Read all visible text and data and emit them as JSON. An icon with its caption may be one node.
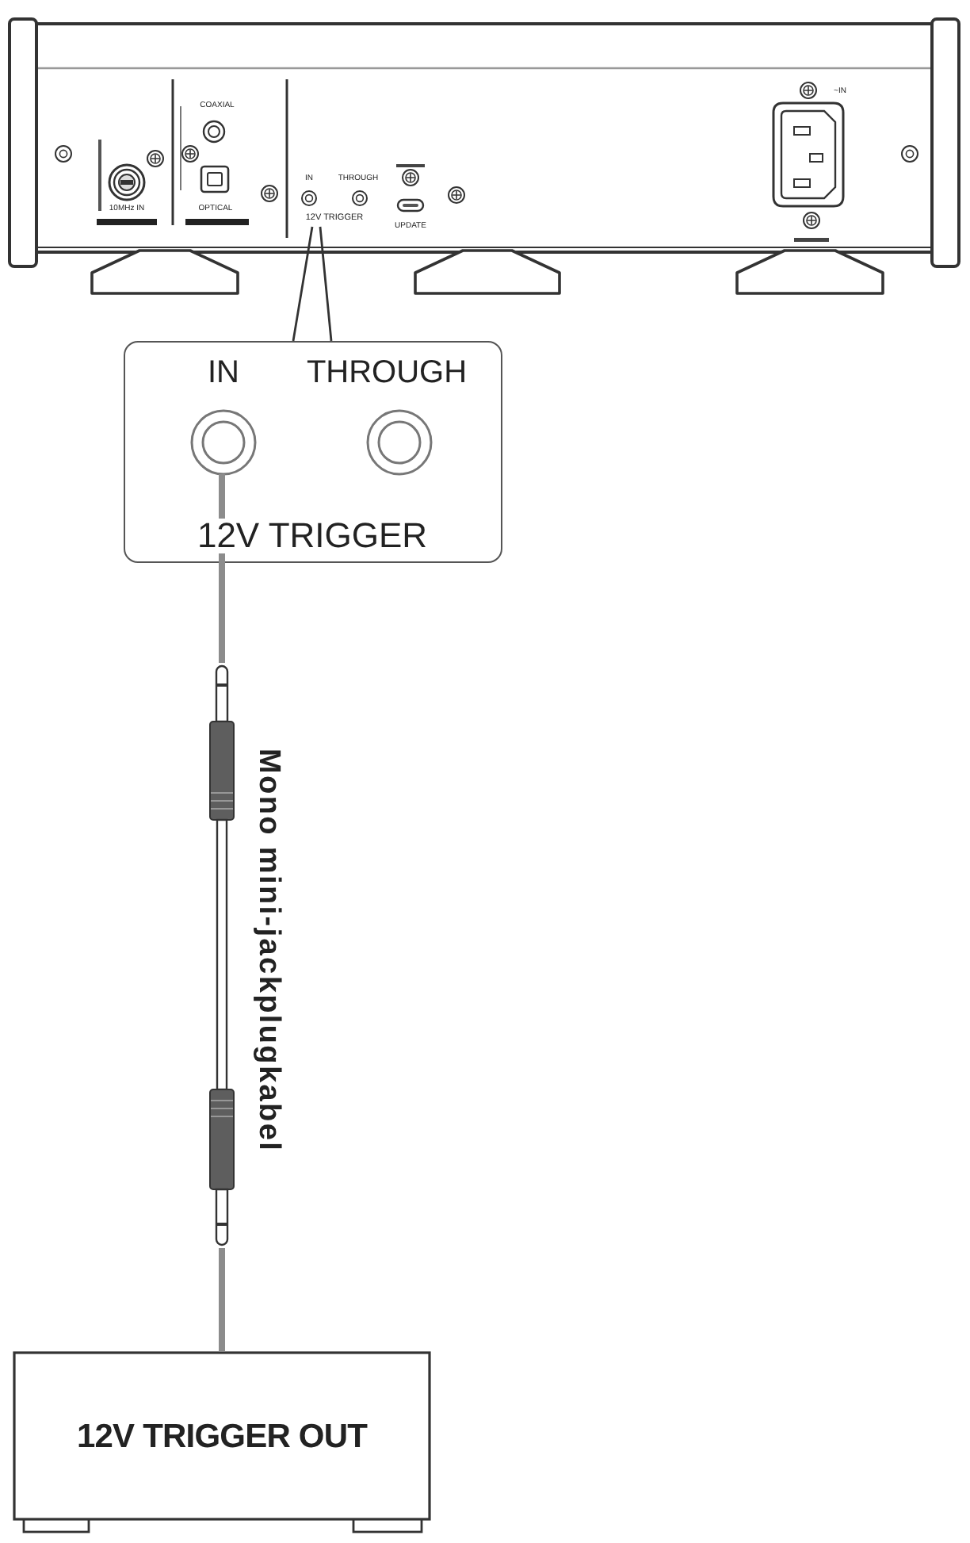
{
  "diagram": {
    "nodes": [
      {
        "text": [],
        "shape": "picture"
      },
      {
        "text": [
          "IN",
          "THROUGH",
          "12V TRIGGER"
        ],
        "in": 0
      },
      {
        "text": [
          "IN",
          "THROUGH",
          "12V TRIGGER"
        ]
      },
      {
        "text": [],
        "shape": "circle",
        "in": 2
      },
      {
        "text": [],
        "shape": "circle",
        "in": 2
      },
      {
        "text": [],
        "shape": "picture",
        "beside": [
          "Mono mini-jackplugkabel"
        ]
      },
      {
        "text": [
          "12V TRIGGER OUT"
        ]
      }
    ],
    "edges": [
      {
        "from": 2,
        "to": 1,
        "arrow": "none",
        "color": "#333333"
      },
      {
        "from": 3,
        "to": 5,
        "arrow": "none"
      },
      {
        "from": 5,
        "to": 6,
        "arrow": "none"
      }
    ],
    "labels": [
      "10MHz IN",
      "COAXIAL",
      "OPTICAL",
      "UPDATE",
      "~IN"
    ]
  }
}
